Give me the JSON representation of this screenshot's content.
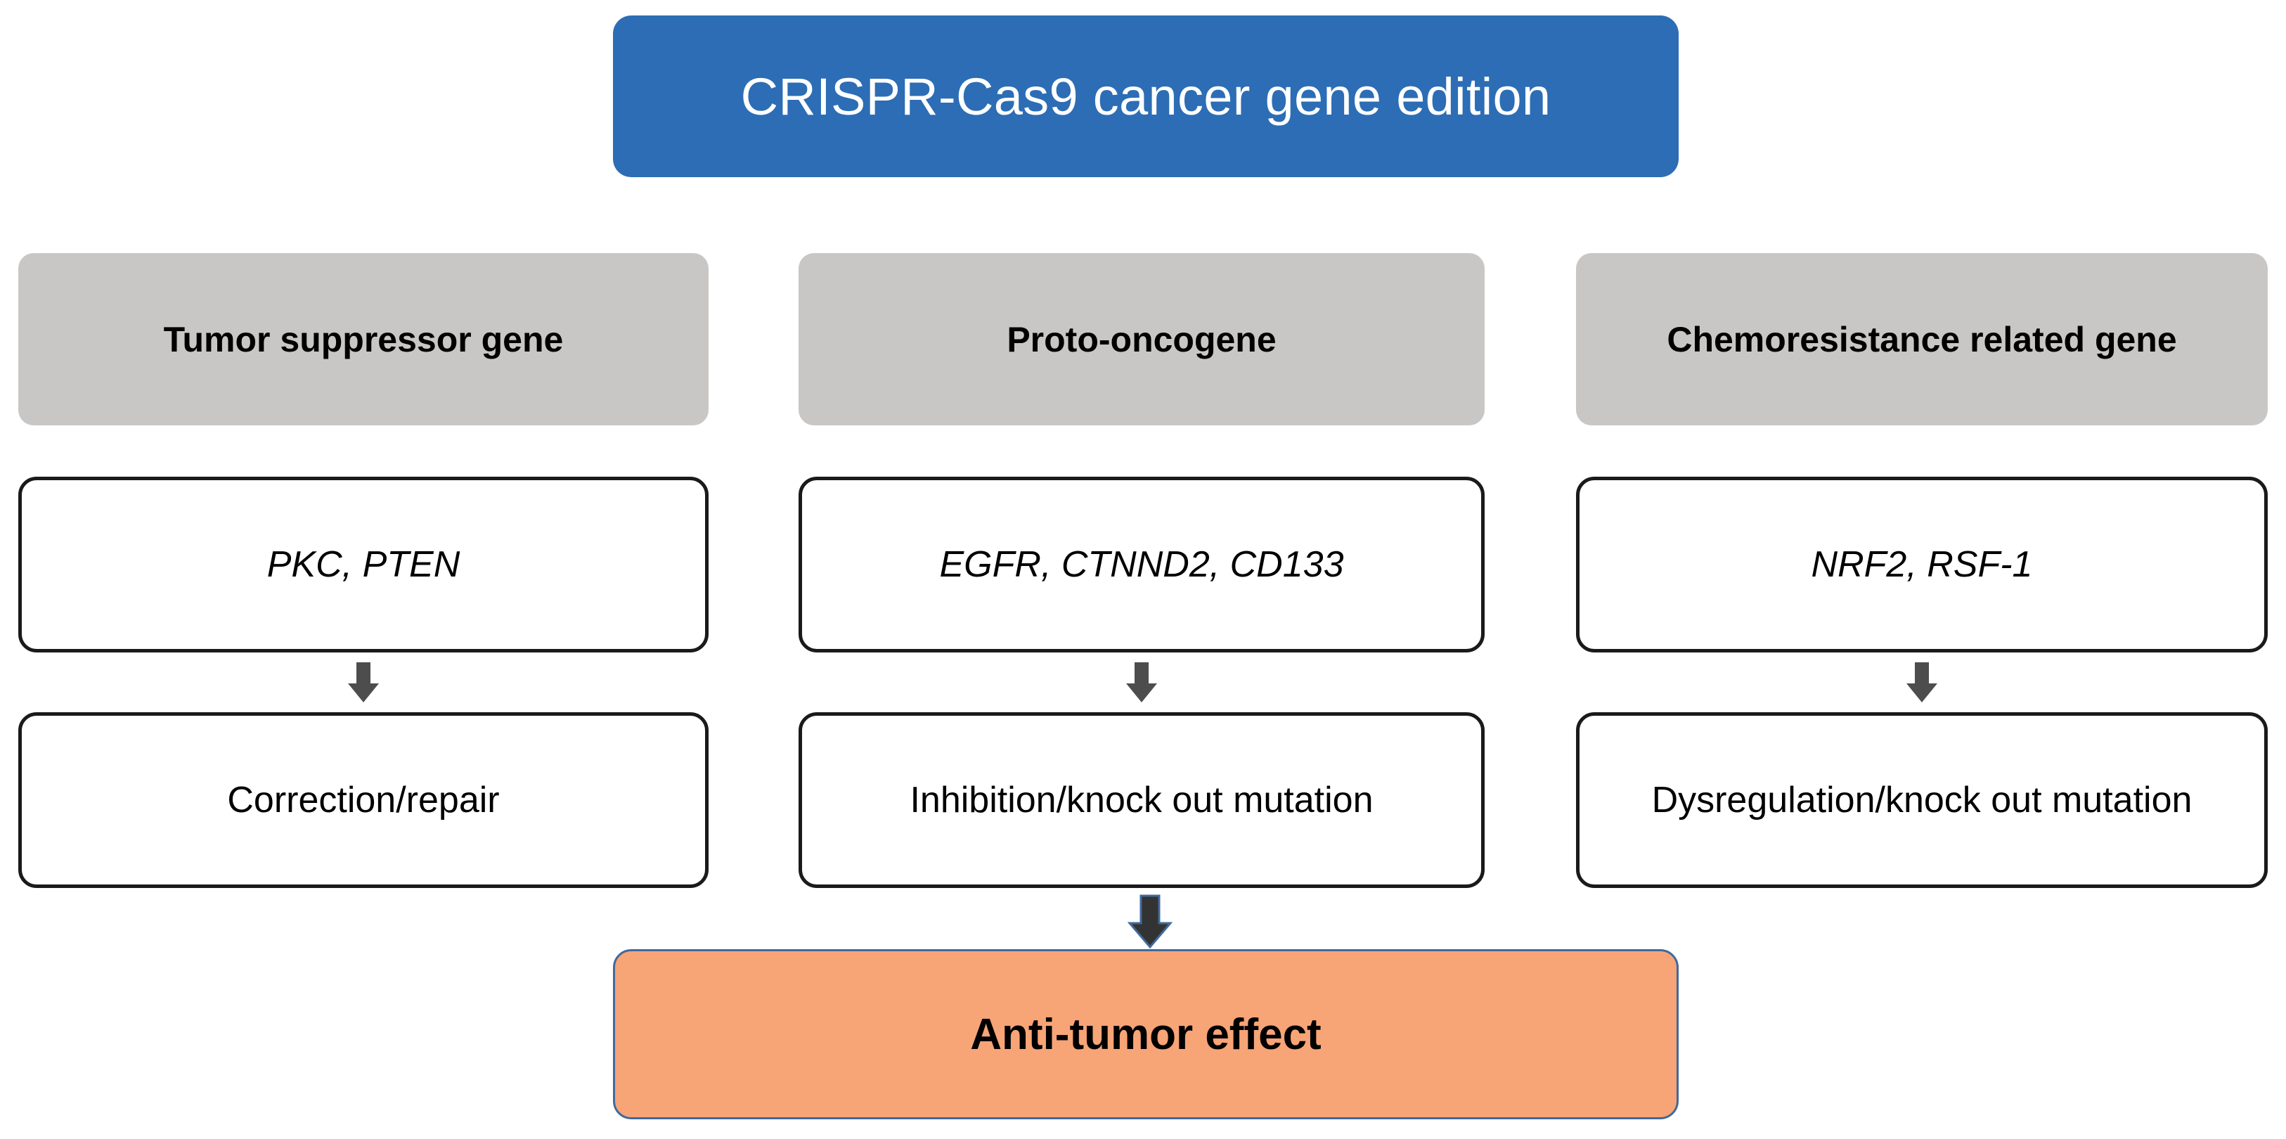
{
  "diagram": {
    "title": "CRISPR-Cas9 cancer gene edition",
    "final_outcome": "Anti-tumor effect",
    "colors": {
      "title_box": "#2C6DB5",
      "category_box": "#C9C7C5",
      "gene_box_border": "#1A1A1A",
      "final_box": "#F7A477",
      "final_box_border": "#41699B",
      "arrow_small": "#4D4D4D",
      "arrow_big": "#333333"
    },
    "columns": [
      {
        "category": "Tumor suppressor gene",
        "genes": "PKC, PTEN",
        "action": "Correction/repair"
      },
      {
        "category": "Proto-oncogene",
        "genes": "EGFR, CTNND2, CD133",
        "action": "Inhibition/knock out mutation"
      },
      {
        "category": "Chemoresistance related gene",
        "genes": "NRF2, RSF-1",
        "action": "Dysregulation/knock out mutation"
      }
    ]
  }
}
